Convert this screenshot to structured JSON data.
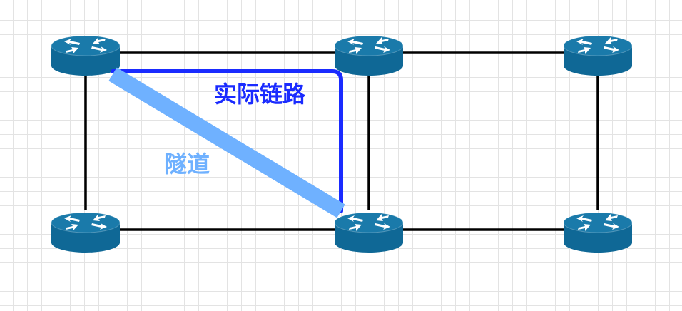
{
  "colors": {
    "grid": "#e3e3e3",
    "link": "#000000",
    "router_body": "#0f6896",
    "router_top": "#1a7aaa",
    "router_arrows": "#ffffff",
    "actual_link": "#1a2bff",
    "tunnel": "#6fb1ff"
  },
  "labels": {
    "actual_link": "实际链路",
    "tunnel": "隧道"
  },
  "routers": [
    {
      "id": "r-top-left",
      "icon": "router-icon"
    },
    {
      "id": "r-top-middle",
      "icon": "router-icon"
    },
    {
      "id": "r-top-right",
      "icon": "router-icon"
    },
    {
      "id": "r-bottom-left",
      "icon": "router-icon"
    },
    {
      "id": "r-bottom-middle",
      "icon": "router-icon"
    },
    {
      "id": "r-bottom-right",
      "icon": "router-icon"
    }
  ],
  "links": [
    {
      "from": "r-top-left",
      "to": "r-top-middle"
    },
    {
      "from": "r-top-middle",
      "to": "r-top-right"
    },
    {
      "from": "r-bottom-left",
      "to": "r-bottom-middle"
    },
    {
      "from": "r-bottom-middle",
      "to": "r-bottom-right"
    },
    {
      "from": "r-top-left",
      "to": "r-bottom-left"
    },
    {
      "from": "r-top-middle",
      "to": "r-bottom-middle"
    },
    {
      "from": "r-top-right",
      "to": "r-bottom-right"
    }
  ]
}
